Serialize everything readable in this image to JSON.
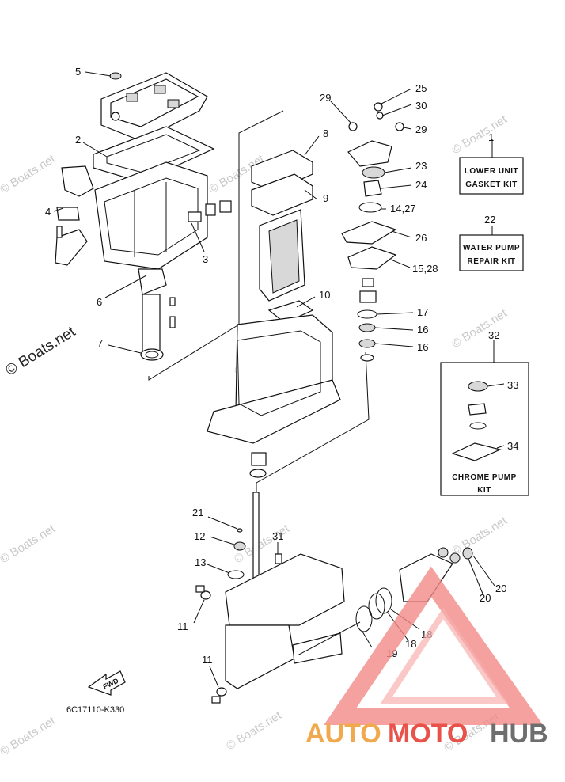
{
  "watermarks": {
    "small": "© Boats.net",
    "large": "© Boats.net"
  },
  "diagram_ref": "6C17110-K330",
  "fwd_label": "FWD",
  "kit_boxes": {
    "lower_unit_gasket": [
      "LOWER UNIT",
      "GASKET KIT"
    ],
    "water_pump_repair": [
      "WATER PUMP",
      "REPAIR KIT"
    ],
    "chrome_pump": [
      "CHROME PUMP",
      "KIT"
    ]
  },
  "callouts": [
    "1",
    "2",
    "3",
    "4",
    "5",
    "6",
    "7",
    "8",
    "9",
    "10",
    "11",
    "11",
    "12",
    "13",
    "14,27",
    "15,28",
    "16",
    "16",
    "17",
    "18",
    "18",
    "19",
    "20",
    "20",
    "21",
    "22",
    "23",
    "24",
    "25",
    "26",
    "29",
    "29",
    "30",
    "31",
    "32",
    "33",
    "34"
  ],
  "logo": {
    "part1": "AUTO",
    "part2": "MOTO",
    "part3": "HUB"
  },
  "colors": {
    "logo_orange": "#f1a94e",
    "logo_red": "#e8524a",
    "logo_gray": "#6e6e6e",
    "watermark": "#c9c9c9"
  }
}
